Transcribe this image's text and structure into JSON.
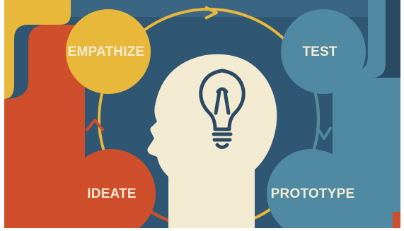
{
  "stages": [
    {
      "id": "empathize",
      "label": "EMPATHIZE",
      "color": "#e8b83a"
    },
    {
      "id": "test",
      "label": "TEST",
      "color": "#4f8aa2"
    },
    {
      "id": "prototype",
      "label": "PROTOTYPE",
      "color": "#4f8aa2"
    },
    {
      "id": "ideate",
      "label": "IDEATE",
      "color": "#cf4e2c"
    }
  ],
  "palette": {
    "background": "#2f5672",
    "yellow": "#e8b83a",
    "orange": "#cf4e2c",
    "teal": "#4f8aa2",
    "cream": "#f3ead2",
    "navy": "#2a4a63"
  },
  "icons": {
    "center": "head-with-lightbulb-icon"
  }
}
